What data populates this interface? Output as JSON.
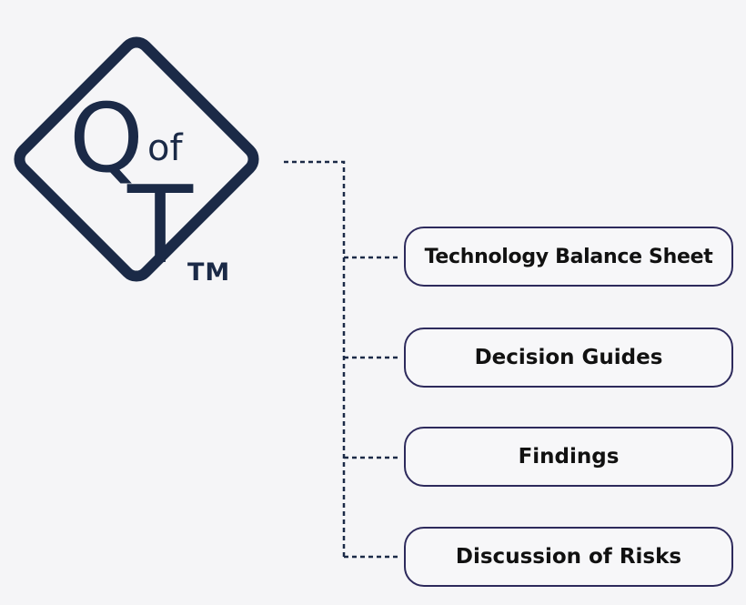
{
  "logo": {
    "letters_top": "Q",
    "letters_sup": "of",
    "letters_bottom": "T",
    "trademark": "TM"
  },
  "items": [
    {
      "label": "Technology Balance Sheet"
    },
    {
      "label": "Decision Guides"
    },
    {
      "label": "Findings"
    },
    {
      "label": "Discussion of Risks"
    }
  ],
  "colors": {
    "primary": "#1b2a47",
    "box_border": "#2d2a5c",
    "text": "#111111",
    "background": "#f5f5f7"
  }
}
